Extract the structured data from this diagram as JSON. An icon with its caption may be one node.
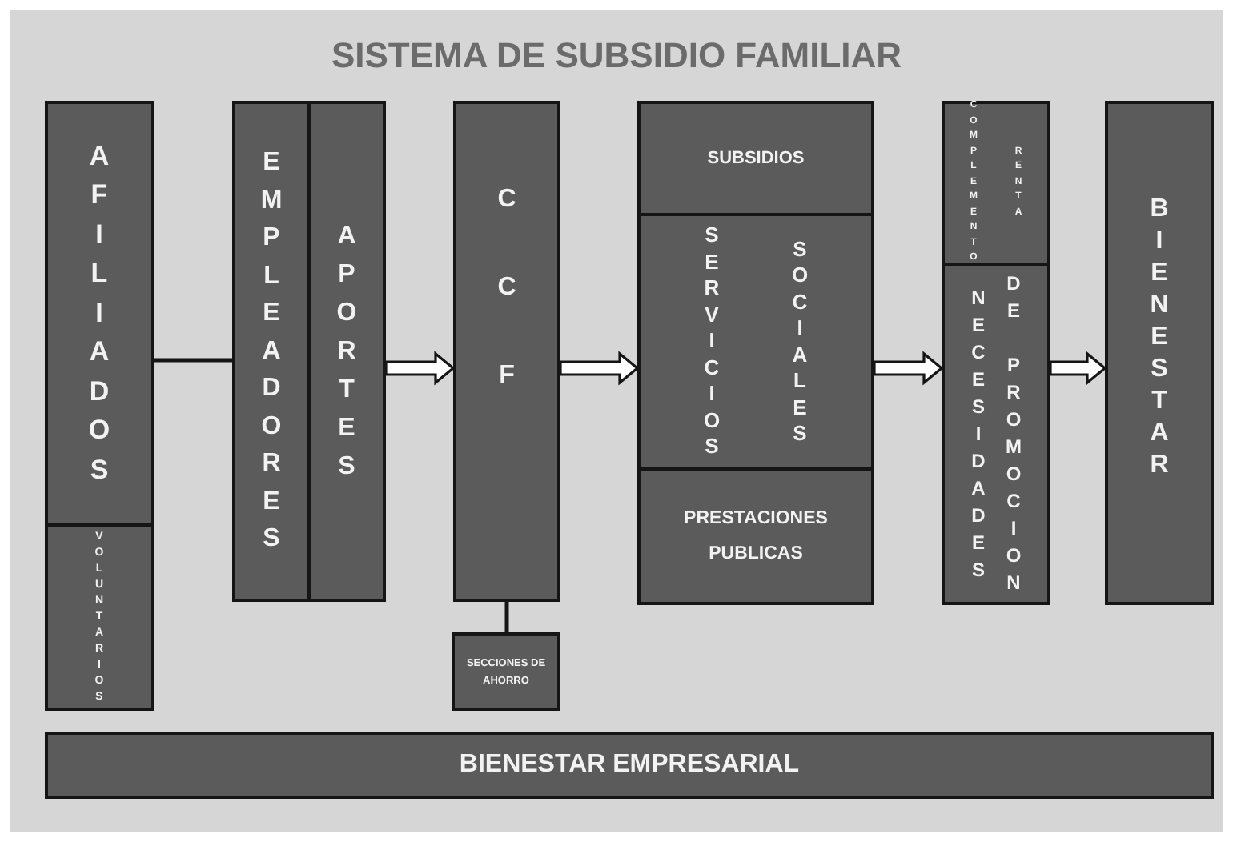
{
  "diagram": {
    "title": "SISTEMA DE SUBSIDIO FAMILIAR",
    "nodes": [
      {
        "text": [
          "AFILIADOS"
        ]
      },
      {
        "text": [
          "VOLUNTARIOS"
        ]
      },
      {
        "text": [
          "EMPLEADORES"
        ]
      },
      {
        "text": [
          "APORTES"
        ]
      },
      {
        "text": [
          "CCF"
        ]
      },
      {
        "text": [
          "SECCIONES DE AHORRO"
        ]
      },
      {
        "text": [
          "SUBSIDIOS"
        ]
      },
      {
        "text": [
          "SERVICIOS",
          "SOCIALES"
        ]
      },
      {
        "text": [
          "PRESTACIONES PUBLICAS"
        ]
      },
      {
        "text": [
          "COMPLEMENTO",
          "RENTA"
        ]
      },
      {
        "text": [
          "NECESIDADES",
          "DE PROMOCION"
        ]
      },
      {
        "text": [
          "BIENESTAR"
        ]
      },
      {
        "text": [
          "BIENESTAR EMPRESARIAL"
        ]
      }
    ],
    "edges": [
      {
        "from": 0,
        "to": 2,
        "arrow": "none"
      },
      {
        "from": 3,
        "to": 4,
        "arrow": "to"
      },
      {
        "from": 4,
        "to": 5,
        "arrow": "none"
      },
      {
        "from": 4,
        "to": 7,
        "arrow": "to"
      },
      {
        "from": 7,
        "to": 10,
        "arrow": "to"
      },
      {
        "from": 10,
        "to": 11,
        "arrow": "to"
      }
    ]
  }
}
